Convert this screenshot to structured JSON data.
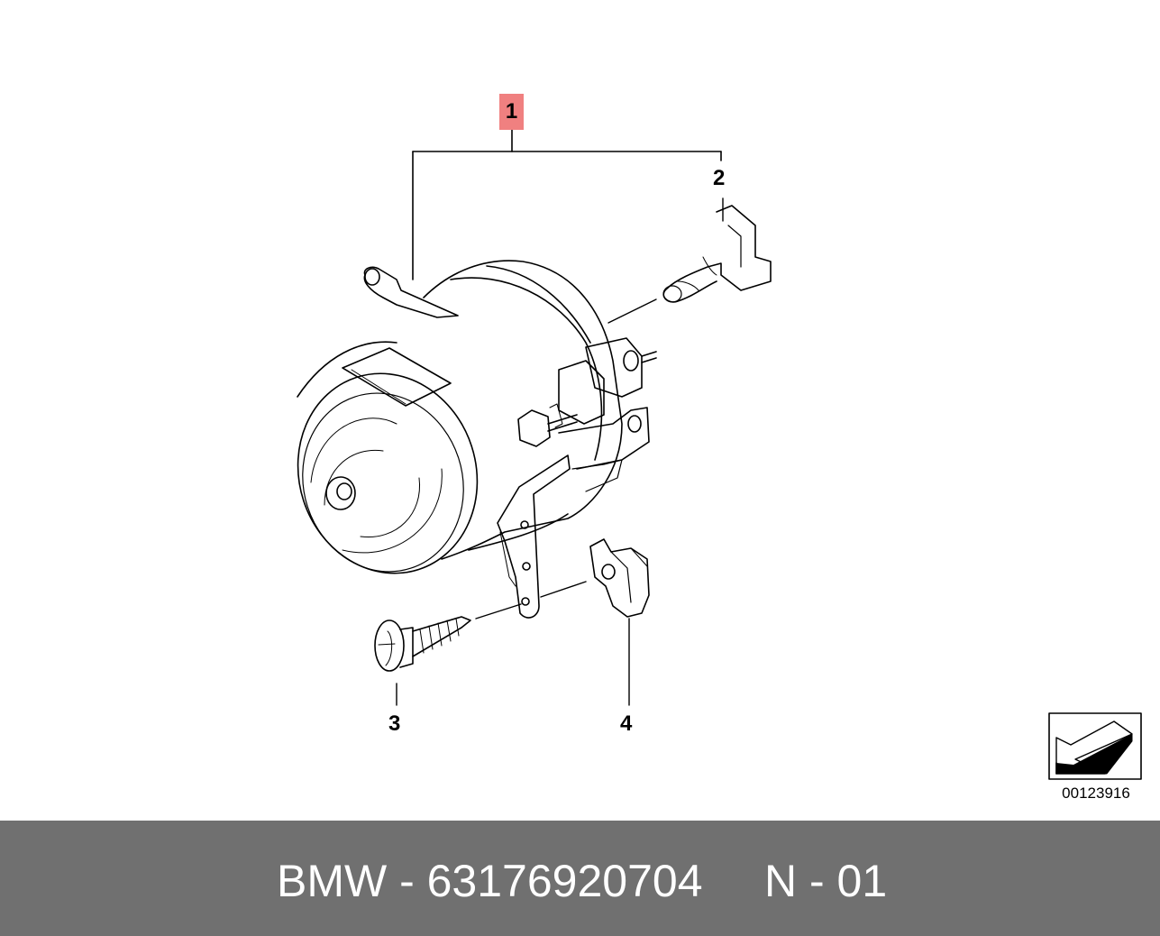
{
  "diagram": {
    "callouts": {
      "part_1": "1",
      "part_2": "2",
      "part_3": "3",
      "part_4": "4"
    },
    "highlight_color": "#f08080",
    "reference_code": "00123916",
    "orientation_icon": "front-direction-arrow-icon"
  },
  "footer": {
    "brand_part": "BMW - 63176920704",
    "variant": "N - 01",
    "background_color": "#707070",
    "text_color": "#ffffff"
  }
}
